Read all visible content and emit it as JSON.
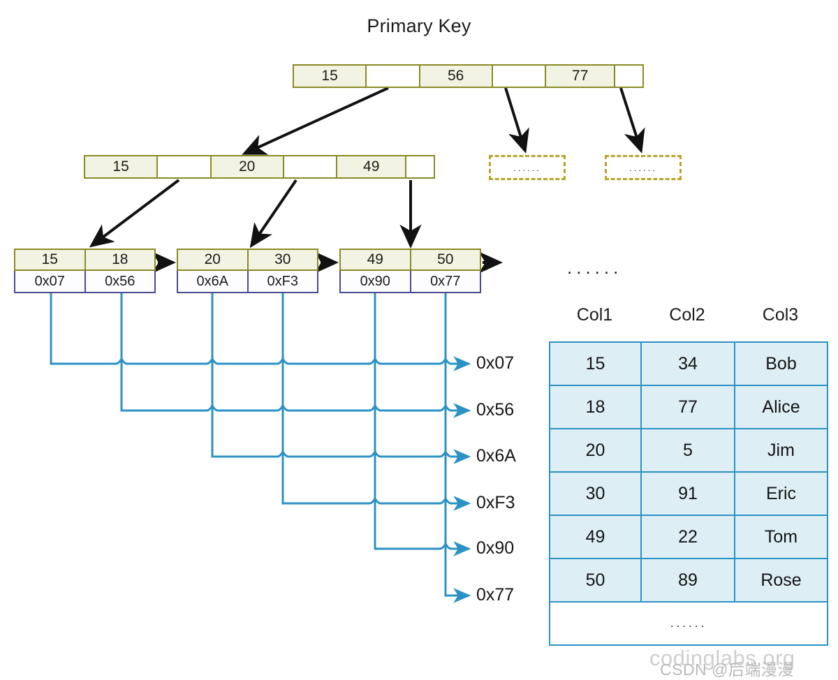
{
  "title": "Primary Key",
  "colors": {
    "index_border": "#8a8a24",
    "index_key_fill": "#f2f3e2",
    "leaf_ptr_border": "#4a4a8f",
    "wire_blue": "#2b92c4",
    "table_border": "#2b92c4",
    "table_fill": "#ddeef5",
    "dashed_border": "#b6a52a",
    "arrow_black": "#111111"
  },
  "root_node": {
    "name": "root-node",
    "cells": [
      {
        "type": "key",
        "label": "15"
      },
      {
        "type": "pointer",
        "label": ""
      },
      {
        "type": "key",
        "label": "56"
      },
      {
        "type": "pointer",
        "label": ""
      },
      {
        "type": "key",
        "label": "77"
      },
      {
        "type": "pointer",
        "label": ""
      }
    ]
  },
  "internal_node": {
    "name": "internal-node",
    "cells": [
      {
        "type": "key",
        "label": "15"
      },
      {
        "type": "pointer",
        "label": ""
      },
      {
        "type": "key",
        "label": "20"
      },
      {
        "type": "pointer",
        "label": ""
      },
      {
        "type": "key",
        "label": "49"
      },
      {
        "type": "pointer",
        "label": ""
      }
    ]
  },
  "placeholder_nodes": [
    {
      "name": "placeholder-subtree-1",
      "label": "......"
    },
    {
      "name": "placeholder-subtree-2",
      "label": "......"
    }
  ],
  "leaf_nodes": [
    {
      "name": "leaf-node-1",
      "keys": [
        "15",
        "18"
      ],
      "pointers": [
        "0x07",
        "0x56"
      ]
    },
    {
      "name": "leaf-node-2",
      "keys": [
        "20",
        "30"
      ],
      "pointers": [
        "0x6A",
        "0xF3"
      ]
    },
    {
      "name": "leaf-node-3",
      "keys": [
        "49",
        "50"
      ],
      "pointers": [
        "0x90",
        "0x77"
      ]
    }
  ],
  "leaf_overflow_ellipsis": "......",
  "row_pointer_labels": [
    "0x07",
    "0x56",
    "0x6A",
    "0xF3",
    "0x90",
    "0x77"
  ],
  "data_table": {
    "columns": [
      "Col1",
      "Col2",
      "Col3"
    ],
    "rows": [
      [
        "15",
        "34",
        "Bob"
      ],
      [
        "18",
        "77",
        "Alice"
      ],
      [
        "20",
        "5",
        "Jim"
      ],
      [
        "30",
        "91",
        "Eric"
      ],
      [
        "49",
        "22",
        "Tom"
      ],
      [
        "50",
        "89",
        "Rose"
      ]
    ],
    "more_row_label": "......"
  },
  "watermarks": {
    "site": "codinglabs.org",
    "user": "CSDN @后端漫漫"
  }
}
